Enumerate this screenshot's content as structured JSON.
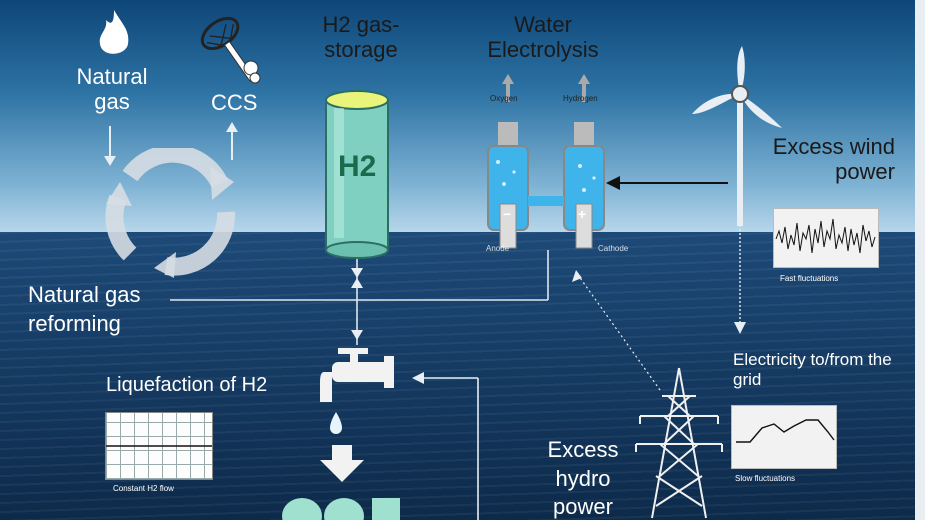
{
  "labels": {
    "natural_gas": "Natural gas",
    "ccs": "CCS",
    "h2_gas_storage": "H2 gas-storage",
    "h2_tank_text": "H2",
    "water_electrolysis": "Water Electrolysis",
    "oxygen": "Oxygen",
    "hydrogen": "Hydrogen",
    "anode": "Anode",
    "cathode": "Cathode",
    "minus": "−",
    "plus": "+",
    "excess_wind_power": "Excess wind power",
    "fast_fluctuations": "Fast fluctuations",
    "natural_gas_reforming": "Natural gas reforming",
    "liquefaction": "Liquefaction of H2",
    "constant_flow": "Constant H2 flow",
    "electricity_grid": "Electricity to/from the grid",
    "slow_fluctuations": "Slow fluctuations",
    "excess_hydro_power": "Excess hydro power"
  },
  "colors": {
    "tank": "#7fd0c0",
    "water": "#3fb4ea",
    "arrow_dark": "#111111",
    "arrow_light": "#e8eef3"
  },
  "icons": [
    "flame-icon",
    "ccs-net-icon",
    "recycle-arrows-icon",
    "wind-turbine-icon",
    "faucet-icon",
    "pylon-icon"
  ]
}
